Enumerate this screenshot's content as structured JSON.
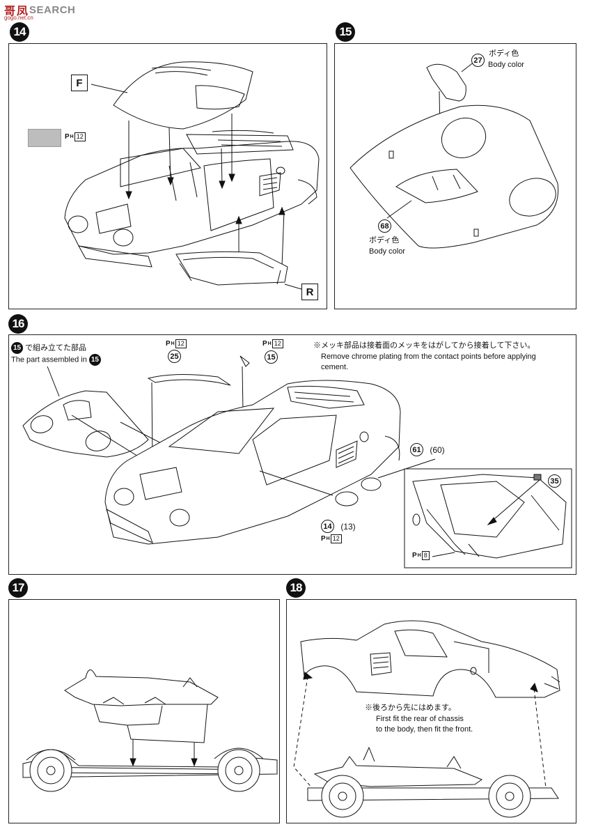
{
  "header": {
    "logo_left": "哥",
    "logo_mid": "凤",
    "logo_text": "SEARCH",
    "site_url": "gogo.net.cn"
  },
  "steps": {
    "s14": {
      "num": "14",
      "label_f": "F",
      "label_r": "R",
      "ph_letter": "P",
      "ph_sub": "H",
      "ph_num": "12"
    },
    "s15": {
      "num": "15",
      "part_a": "27",
      "part_a_jp": "ボディ色",
      "part_a_en": "Body color",
      "part_b": "68",
      "part_b_jp": "ボディ色",
      "part_b_en": "Body color"
    },
    "s16": {
      "num": "16",
      "assembled_badge": "15",
      "assembled_jp": "で組み立てた部品",
      "assembled_en": "The part assembled in",
      "ph1_letter": "P",
      "ph1_sub": "H",
      "ph1_num": "12",
      "ph2_letter": "P",
      "ph2_sub": "H",
      "ph2_num": "12",
      "part_25": "25",
      "part_15": "15",
      "note_jp": "※メッキ部品は接着面のメッキをはがしてから接着して下さい。",
      "note_en_1": "Remove chrome plating from the contact points before applying",
      "note_en_2": "cement.",
      "part_61": "61",
      "part_60": "(60)",
      "part_14": "14",
      "part_13": "(13)",
      "ph3_letter": "P",
      "ph3_sub": "H",
      "ph3_num": "12",
      "part_35": "35",
      "ph4_letter": "P",
      "ph4_sub": "H",
      "ph4_num": "8"
    },
    "s17": {
      "num": "17"
    },
    "s18": {
      "num": "18",
      "note_jp": "※後ろから先にはめます。",
      "note_en_1": "First fit the rear of chassis",
      "note_en_2": "to the body, then fit the front."
    }
  }
}
